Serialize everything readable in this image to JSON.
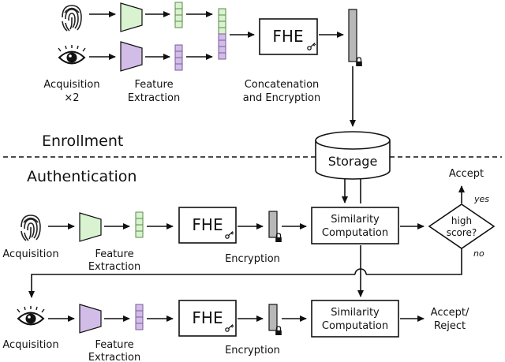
{
  "enrollment": {
    "section_title": "Enrollment",
    "acquisition_label_1": "Acquisition",
    "acquisition_label_2": "×2",
    "feature_label_1": "Feature",
    "feature_label_2": "Extraction",
    "fhe_label": "FHE",
    "concat_label_1": "Concatenation",
    "concat_label_2": "and Encryption"
  },
  "storage": {
    "label": "Storage"
  },
  "authentication": {
    "section_title": "Authentication",
    "acquisition_label": "Acquisition",
    "feature_label_1": "Feature",
    "feature_label_2": "Extraction",
    "fhe_label": "FHE",
    "encryption_label": "Encryption",
    "similarity_label_1": "Similarity",
    "similarity_label_2": "Computation",
    "decision_label_1": "high",
    "decision_label_2": "score?",
    "yes_label": "yes",
    "no_label": "no",
    "accept_label": "Accept",
    "second_fhe_label": "FHE",
    "second_encryption_label": "Encryption",
    "second_similarity_label_1": "Similarity",
    "second_similarity_label_2": "Computation",
    "final_label_1": "Accept/",
    "final_label_2": "Reject"
  },
  "colors": {
    "fingerprint_feature": "#d9f2cf",
    "fingerprint_stroke": "#5a8a4a",
    "iris_feature": "#d2bde8",
    "iris_stroke": "#7a5a9a",
    "ciphertext": "#b8b8b8"
  }
}
